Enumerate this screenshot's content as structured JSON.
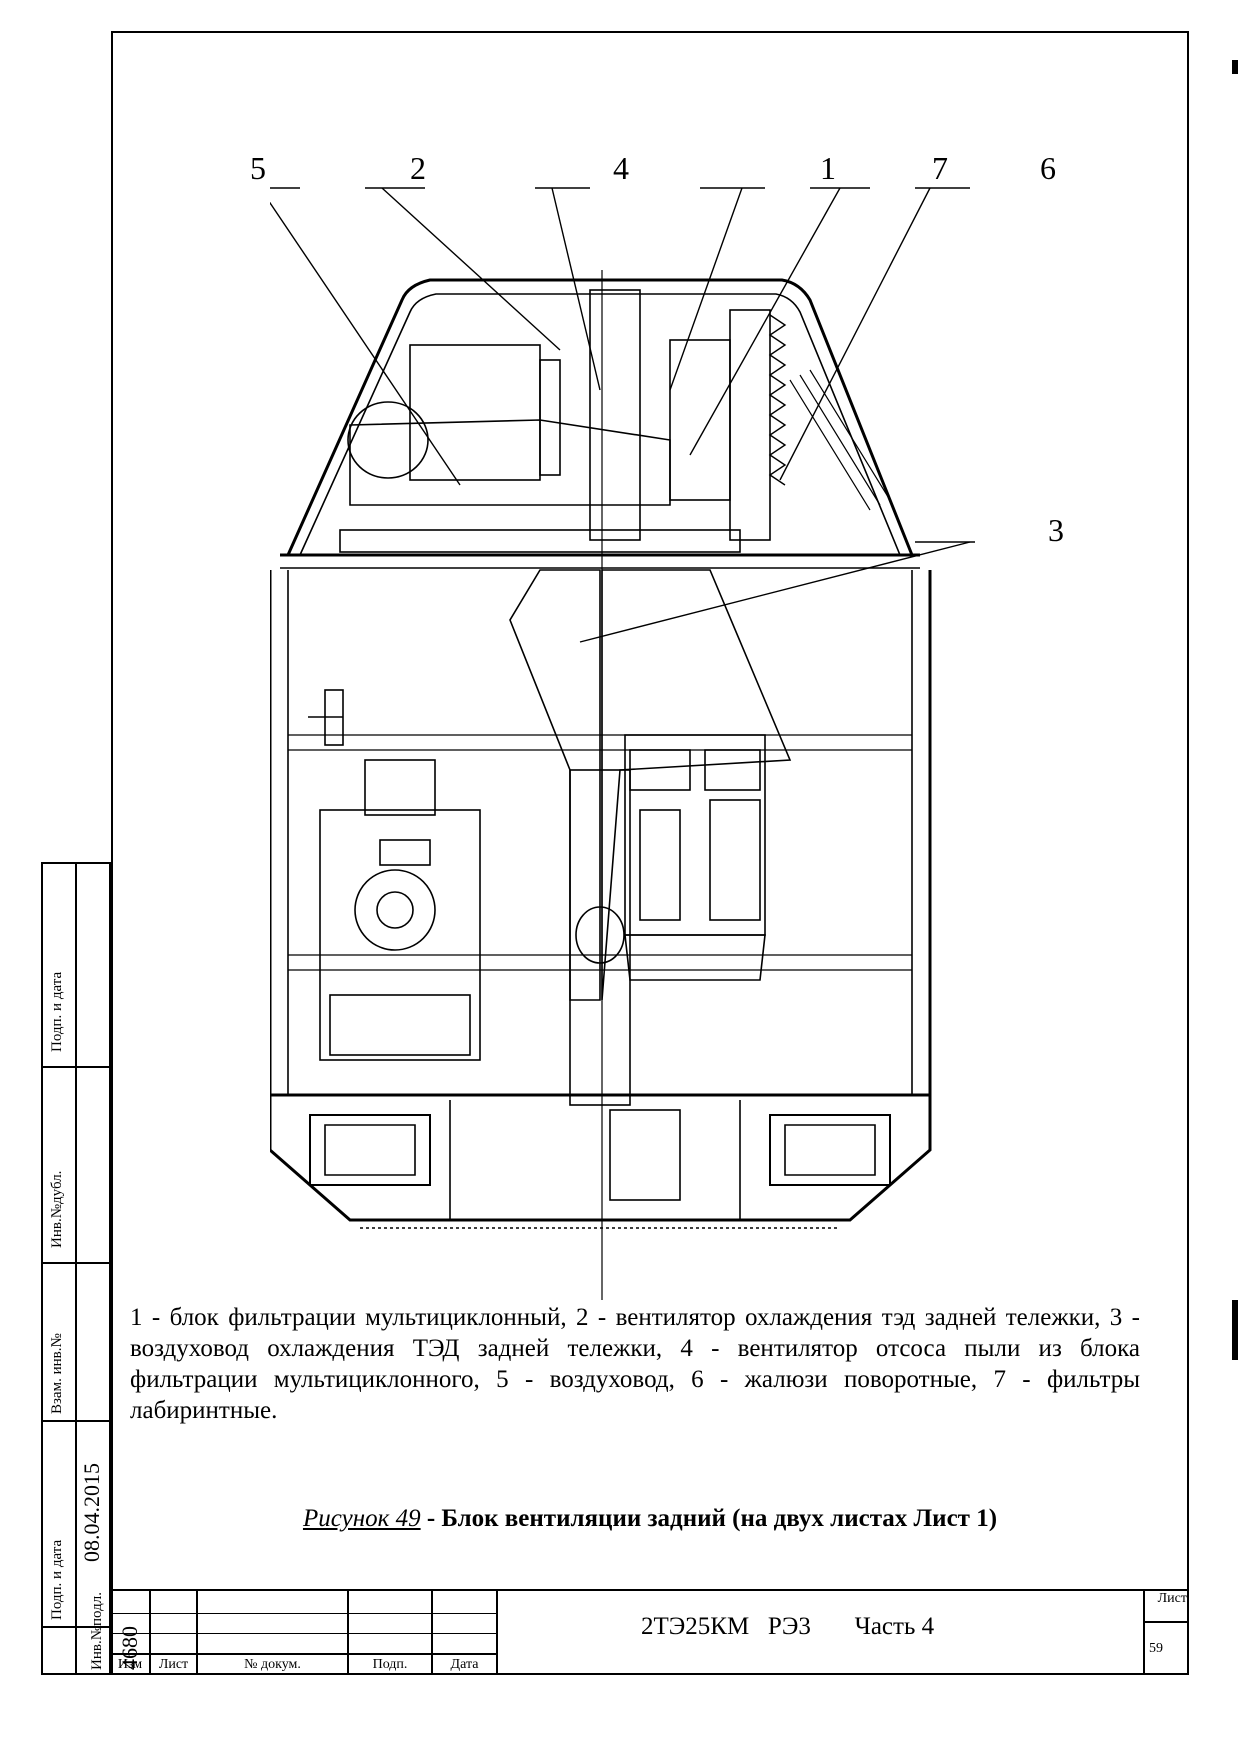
{
  "callouts": [
    "5",
    "2",
    "4",
    "1",
    "7",
    "6",
    "3"
  ],
  "caption": "1 - блок фильтрации мультициклонный, 2 - вентилятор охлаждения тэд задней тележки, 3 - воздуховод охлаждения ТЭД задней тележки, 4 - вентилятор отсоса пыли из блока фильтрации мультициклонного, 5 - воздуховод, 6 - жалюзи поворотные, 7 - фильтры лабиринтные.",
  "figure": {
    "number": "Рисунок 49",
    "separator": " - ",
    "title": "Блок вентиляции задний (на двух листах Лист 1)"
  },
  "side_stamp": {
    "podp_data_1": "Подп. и дата",
    "inv_dubl": "Инв.№дубл.",
    "vzam_inv": "Взам. инв.№",
    "podp_data_2": "Подп. и дата",
    "date": "08.04.2015",
    "inv_podl": "Инв.№подл.",
    "inv_podl_value": "4680"
  },
  "title_block": {
    "columns": [
      "Изм",
      "Лист",
      "№ докум.",
      "Подп.",
      "Дата"
    ],
    "doc_code": "2ТЭ25КМ   РЭ3       Часть 4",
    "sheet_label": "Лист",
    "sheet_number": "59"
  }
}
